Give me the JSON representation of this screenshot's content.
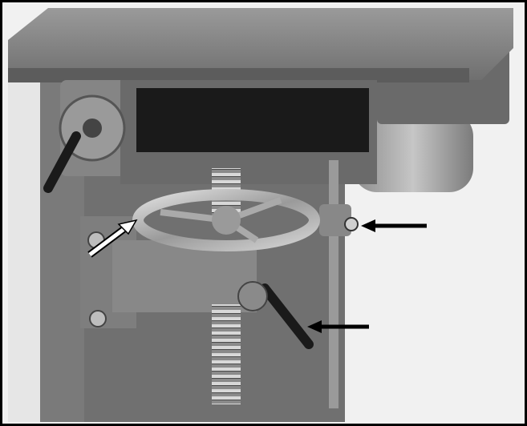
{
  "photo": {
    "subject": "",
    "background_color": "#f1f1f1",
    "machine_color": "#6f6f6f",
    "table_color": "#8a8a8a",
    "handwheel_color": "#b9b9b9"
  },
  "callouts": [
    {
      "name": "white-arrow",
      "color": "#ffffff",
      "points_at": "handwheel"
    },
    {
      "name": "black-arrow-upper",
      "color": "#000000",
      "points_at": "lock-knob"
    },
    {
      "name": "black-arrow-lower",
      "color": "#000000",
      "points_at": "lock-lever"
    }
  ]
}
